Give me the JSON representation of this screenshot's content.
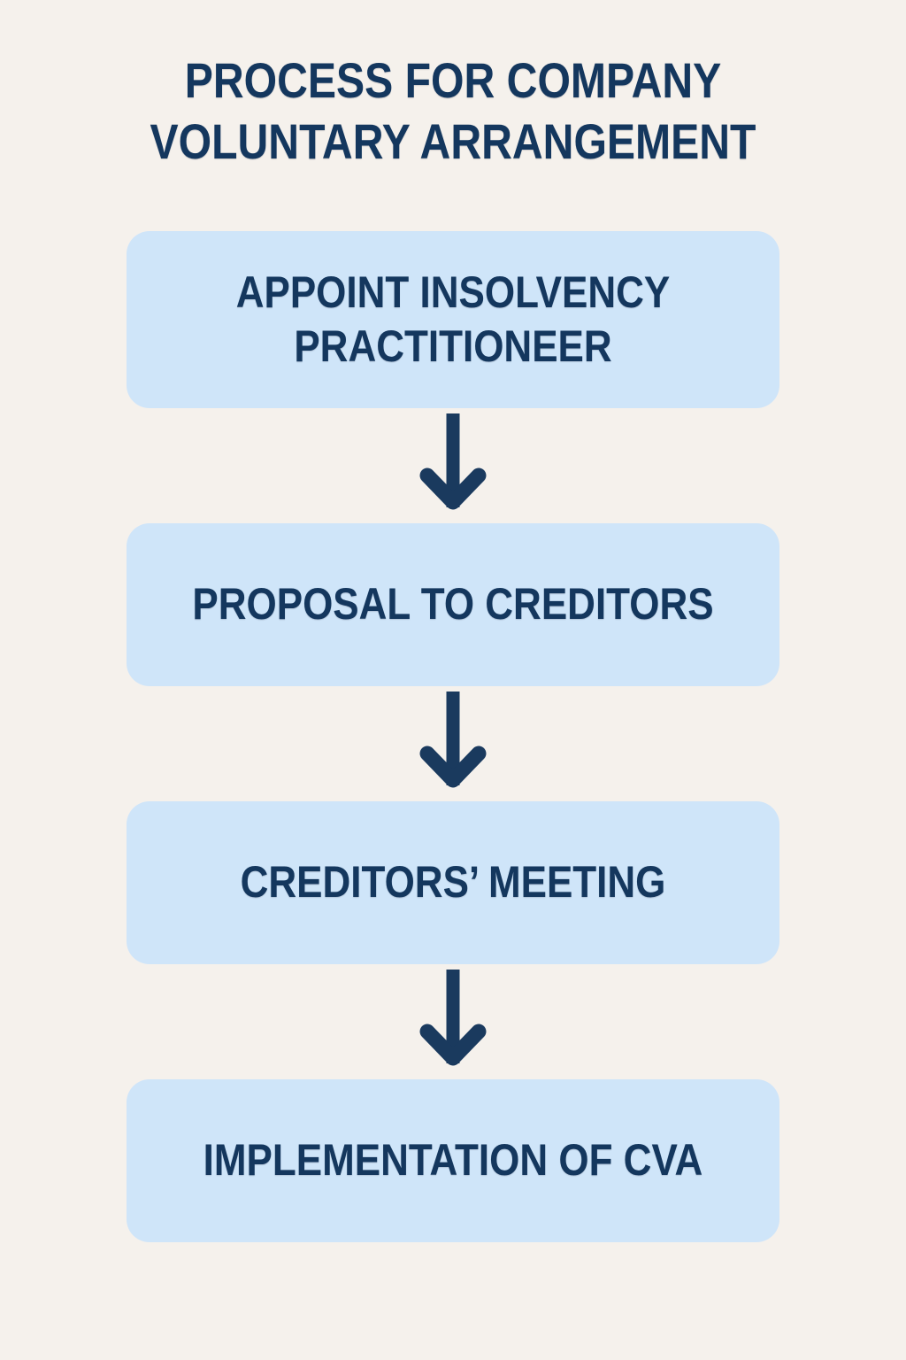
{
  "title": {
    "line1": "PROCESS FOR COMPANY",
    "line2": "VOLUNTARY ARRANGEMENT"
  },
  "steps": [
    {
      "label": "APPOINT INSOLVENCY\nPRACTITIONEER"
    },
    {
      "label": "PROPOSAL TO CREDITORS"
    },
    {
      "label": "CREDITORS’ MEETING"
    },
    {
      "label": "IMPLEMENTATION OF CVA"
    }
  ],
  "icons": {
    "connector": "down-arrow"
  },
  "colors": {
    "background": "#f5f1ec",
    "box_fill": "#cfe5f9",
    "text": "#14375e",
    "arrow": "#1a3a5e"
  }
}
